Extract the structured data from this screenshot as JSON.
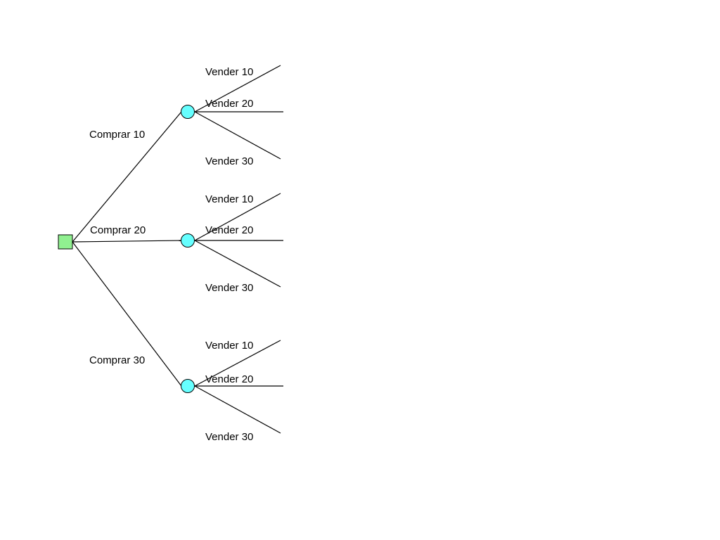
{
  "colors": {
    "decision_fill": "#90F090",
    "chance_fill": "#66FFFF",
    "line": "#000000",
    "background": "#FFFFFF"
  },
  "tree": {
    "root": {
      "type": "decision",
      "branches": [
        {
          "label": "Comprar 10",
          "node": {
            "type": "chance",
            "branches": [
              {
                "label": "Vender 10"
              },
              {
                "label": "Vender 20"
              },
              {
                "label": "Vender 30"
              }
            ]
          }
        },
        {
          "label": "Comprar 20",
          "node": {
            "type": "chance",
            "branches": [
              {
                "label": "Vender 10"
              },
              {
                "label": "Vender 20"
              },
              {
                "label": "Vender 30"
              }
            ]
          }
        },
        {
          "label": "Comprar 30",
          "node": {
            "type": "chance",
            "branches": [
              {
                "label": "Vender 10"
              },
              {
                "label": "Vender 20"
              },
              {
                "label": "Vender 30"
              }
            ]
          }
        }
      ]
    }
  }
}
